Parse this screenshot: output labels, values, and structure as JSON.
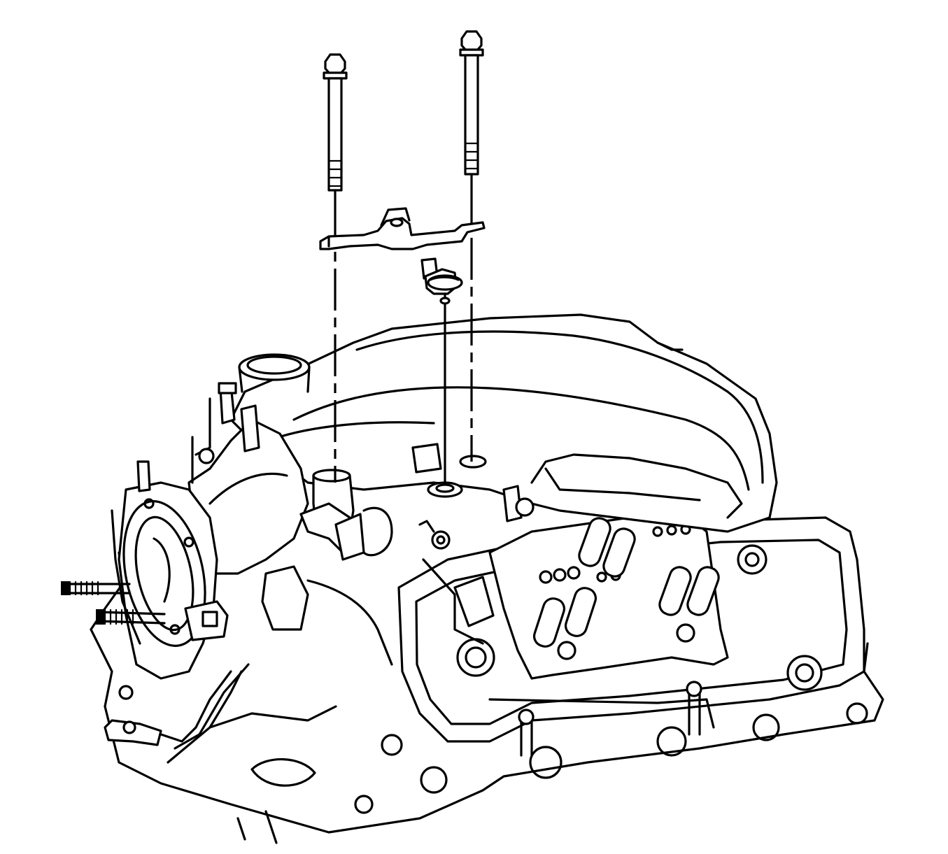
{
  "diagram": {
    "style": "black line-art technical illustration",
    "colors": {
      "ink": "#000000",
      "paper": "#ffffff"
    },
    "components": [
      {
        "id": "bolt-left",
        "kind": "long flange-head bolt"
      },
      {
        "id": "bolt-right",
        "kind": "long flange-head bolt"
      },
      {
        "id": "wiring-harness-bracket",
        "kind": "bracket"
      },
      {
        "id": "sensor",
        "kind": "sensor with electrical connector"
      },
      {
        "id": "intake-manifold",
        "kind": "engine intake manifold"
      },
      {
        "id": "throttle-body",
        "kind": "throttle body"
      },
      {
        "id": "ignition-coil-pack",
        "kind": "ignition coil pack"
      },
      {
        "id": "valve-cover",
        "kind": "valve cover"
      },
      {
        "id": "engine-block",
        "kind": "engine block"
      }
    ]
  }
}
